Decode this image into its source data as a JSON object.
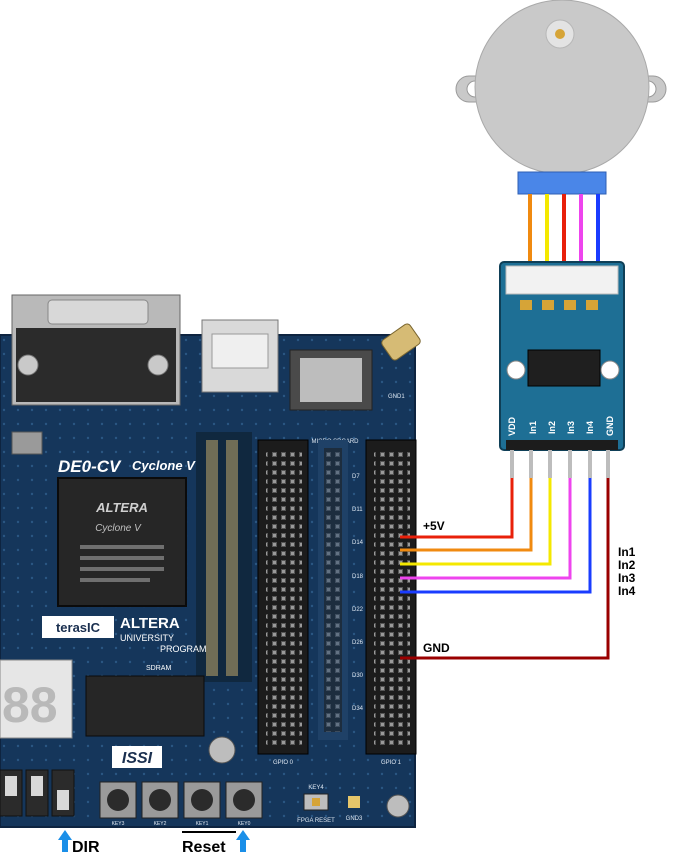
{
  "board": {
    "model_label": "DE0-CV",
    "fpga_series_label": "Cyclone V",
    "chip_brand": "ALTERA",
    "chip_series": "Cyclone V",
    "vendor_logo": "terasIC",
    "university_logo_brand": "ALTERA",
    "university_logo_line1": "UNIVERSITY",
    "university_logo_line2": "PROGRAM",
    "sdram_label": "SDRAM",
    "memory_brand": "ISSI",
    "sdcard_label": "MICRO SDCARD",
    "gpio0_label": "GPIO 0",
    "gpio1_label": "GPIO 1",
    "gnd3_label": "GND3",
    "key4_label": "KEY4",
    "fpga_reset_label": "FPGA RESET",
    "gnd1_label": "GND1",
    "key_labels": [
      "KEY3",
      "KEY2",
      "KEY1",
      "KEY0"
    ],
    "gpio1_pin_labels": [
      "D7",
      "D11",
      "D14",
      "D18",
      "D22",
      "D26",
      "D30",
      "D34"
    ]
  },
  "driver": {
    "pin_labels": [
      "VDD",
      "In1",
      "In2",
      "In3",
      "In4",
      "GND"
    ]
  },
  "wires": [
    {
      "label": "+5V",
      "color": "#e8200a"
    },
    {
      "label": "In1",
      "color": "#f08a10"
    },
    {
      "label": "In2",
      "color": "#f4e800"
    },
    {
      "label": "In3",
      "color": "#ee44ee"
    },
    {
      "label": "In4",
      "color": "#1a3cff"
    },
    {
      "label": "GND",
      "color": "#9a0000"
    }
  ],
  "annotations": {
    "dir_label": "DIR",
    "reset_label": "Reset",
    "arrow_color": "#1a8fe8"
  }
}
